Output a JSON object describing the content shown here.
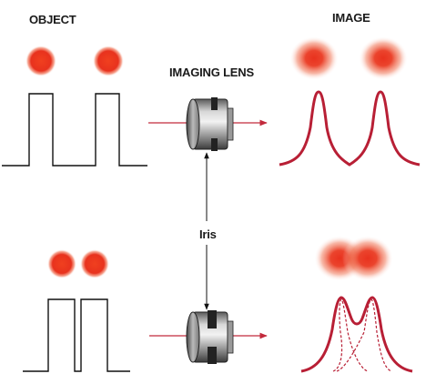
{
  "labels": {
    "object": "OBJECT",
    "image": "IMAGE",
    "imaging_lens": "IMAGING LENS",
    "iris": "Iris"
  },
  "colors": {
    "spot_core": "#e8321e",
    "image_profile": "#b81f35",
    "ray": "#c22a3c",
    "line": "#111111",
    "lens_body": "#8a8a8a"
  },
  "icons": [
    "lens-icon",
    "arrow-icon"
  ]
}
